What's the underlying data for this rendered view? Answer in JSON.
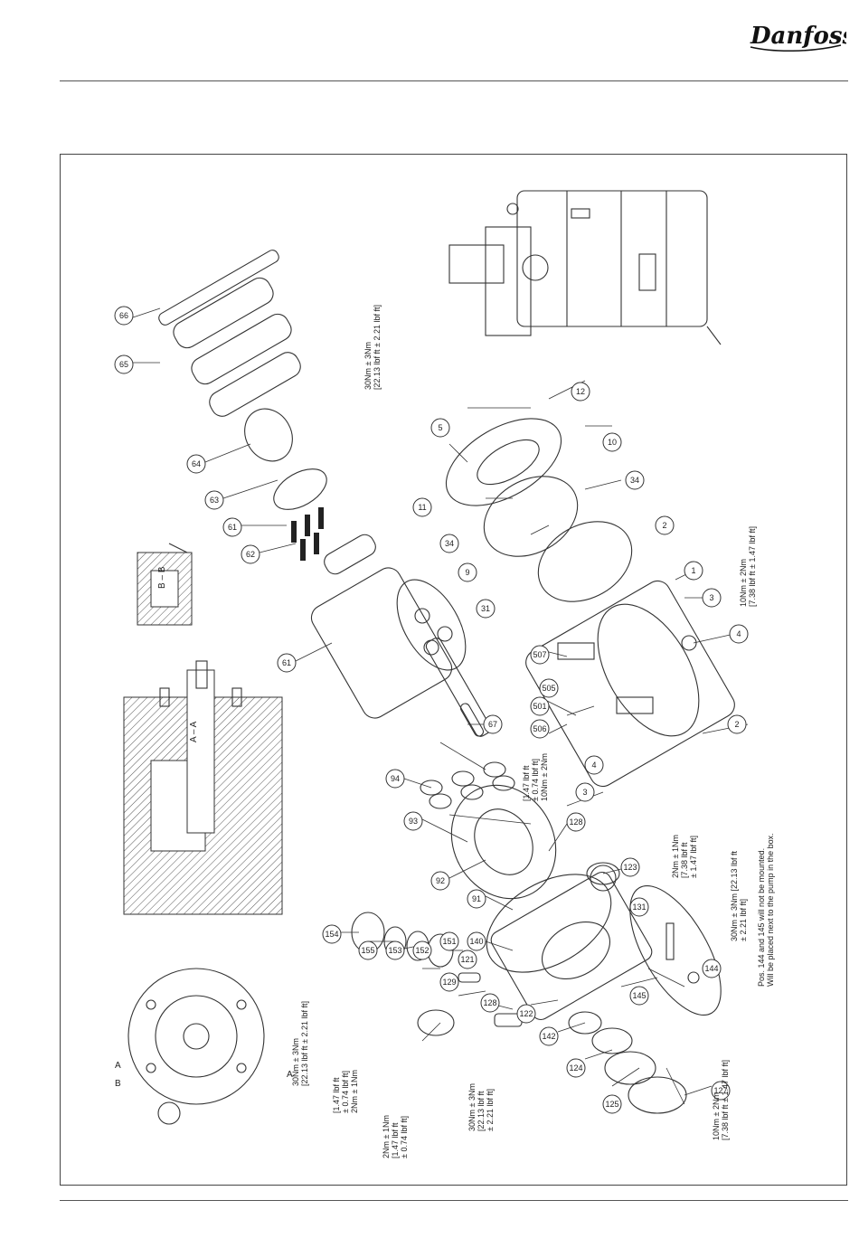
{
  "brand": {
    "logo_text": "Danfoss"
  },
  "drawing": {
    "section_aa": "A – A",
    "section_bb": "B – B",
    "marker_a": "A",
    "marker_b": "B",
    "callouts": [
      "66",
      "65",
      "64",
      "63",
      "61",
      "62",
      "61",
      "67",
      "94",
      "93",
      "92",
      "91",
      "140",
      "128",
      "123",
      "131",
      "144",
      "145",
      "127",
      "125",
      "124",
      "142",
      "122",
      "128",
      "129",
      "151",
      "152",
      "153",
      "155",
      "154",
      "121",
      "3",
      "4",
      "2",
      "506",
      "501",
      "505",
      "507",
      "1",
      "3",
      "4",
      "2",
      "31",
      "9",
      "34",
      "34",
      "10",
      "11",
      "5",
      "12"
    ],
    "torque_notes": {
      "t_top": "30Nm ± 3Nm\n[22.13 lbf ft ± 2.21 lbf ft]",
      "t_mid": "[1.47 lbf ft\n± 0.74 lbf ft]\n10Nm ± 2Nm",
      "t_right1": "10Nm ± 2Nm\n[7.38 lbf ft ± 1.47 lbf ft]",
      "t_131": "2Nm ± 1Nm\n[7.38 lbf ft\n± 1.47 lbf ft]",
      "t_144": "30Nm ± 3Nm [22.13 lbf ft\n± 2.21 lbf ft]",
      "t_154": "30Nm ± 3Nm\n[22.13 lbf ft ± 2.21 lbf ft]",
      "t_129": "[1.47 lbf ft\n± 0.74 lbf ft]\n2Nm ± 1Nm",
      "t_131b": "2Nm ± 1Nm\n[1.47 lbf ft\n± 0.74 lbf ft]",
      "t_128": "30Nm ± 3Nm\n[22.13 lbf ft\n± 2.21 lbf ft]",
      "t_127": "10Nm ± 2Nm\n[7.38 lbf ft ± 1.47 lbf ft]"
    },
    "note_pos": "Pos. 144 and 145 will not be mounted.\nWill be placed next to the pump in the box."
  }
}
